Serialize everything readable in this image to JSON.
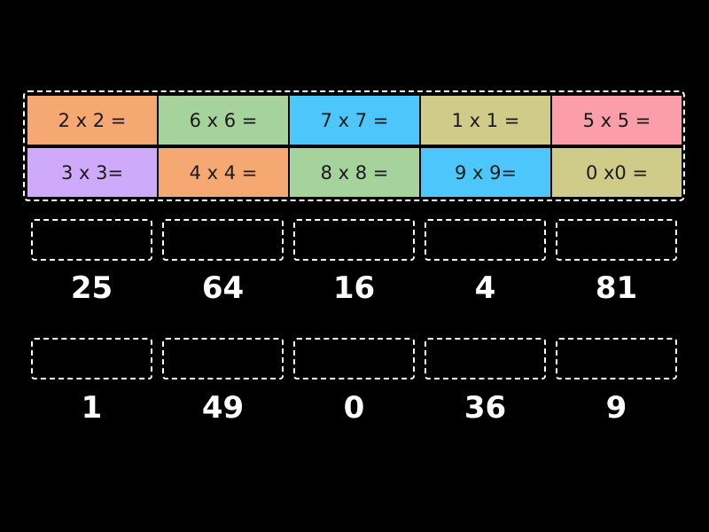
{
  "tiles": [
    {
      "label": "2 x 2 =",
      "color": "#f5a872"
    },
    {
      "label": "6 x 6 =",
      "color": "#a6d39b"
    },
    {
      "label": "7 x 7 =",
      "color": "#4dc6fb"
    },
    {
      "label": "1 x 1 =",
      "color": "#cfcb88"
    },
    {
      "label": "5 x 5 =",
      "color": "#fb9ea9"
    },
    {
      "label": "3 x 3=",
      "color": "#cfaafa"
    },
    {
      "label": "4 x 4 =",
      "color": "#f5a872"
    },
    {
      "label": "8 x 8 =",
      "color": "#a6d39b"
    },
    {
      "label": "9 x 9=",
      "color": "#4dc6fb"
    },
    {
      "label": "0 x0 =",
      "color": "#cfcb88"
    }
  ],
  "targets": [
    {
      "label": "25"
    },
    {
      "label": "64"
    },
    {
      "label": "16"
    },
    {
      "label": "4"
    },
    {
      "label": "81"
    },
    {
      "label": "1"
    },
    {
      "label": "49"
    },
    {
      "label": "0"
    },
    {
      "label": "36"
    },
    {
      "label": "9"
    }
  ]
}
